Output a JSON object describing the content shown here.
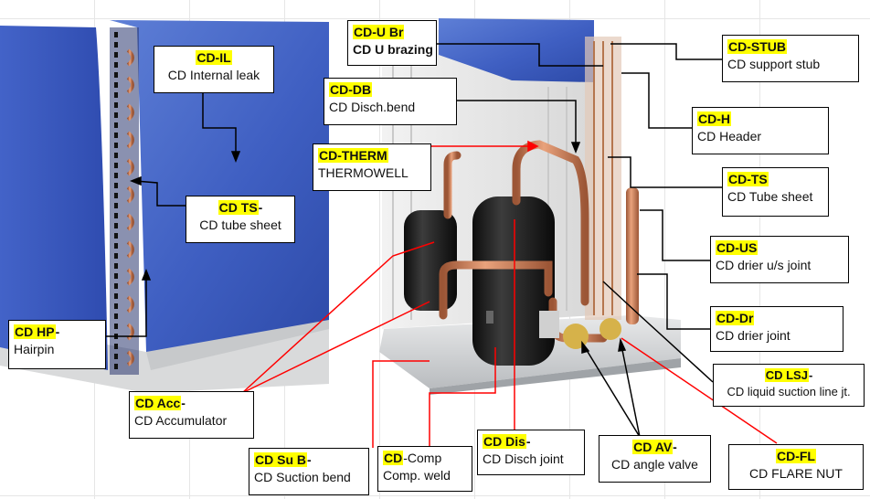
{
  "colors": {
    "highlight": "#ffff00",
    "panel_blue": "#3f5fc2",
    "leader_red": "#ff0000",
    "leader_black": "#000000",
    "copper": "#c8784e",
    "compressor": "#1b1b1b",
    "base": "#e6e8ea"
  },
  "callouts": [
    {
      "id": "cd-il",
      "code": "CD-IL",
      "suffix": "",
      "desc": "CD Internal leak"
    },
    {
      "id": "cd-ts-left",
      "code": "CD TS",
      "suffix": "-",
      "desc": "CD tube sheet"
    },
    {
      "id": "cd-hp",
      "code": "CD HP",
      "suffix": "-",
      "desc": "Hairpin"
    },
    {
      "id": "cd-acc",
      "code": "CD Acc",
      "suffix": "-",
      "desc": "CD Accumulator"
    },
    {
      "id": "cd-su-b",
      "code": "CD Su B",
      "suffix": "-",
      "desc": "CD Suction bend"
    },
    {
      "id": "cd-comp",
      "code": "CD",
      "suffix": "-Comp",
      "desc": "Comp. weld"
    },
    {
      "id": "cd-dis",
      "code": "CD Dis",
      "suffix": "-",
      "desc": "CD Disch joint"
    },
    {
      "id": "cd-av",
      "code": "CD AV",
      "suffix": "-",
      "desc": "CD angle valve"
    },
    {
      "id": "cd-fl",
      "code": "CD-FL",
      "suffix": "",
      "desc": "CD FLARE NUT"
    },
    {
      "id": "cd-u-br",
      "code": "CD-U Br",
      "suffix": "",
      "desc": "CD U brazing"
    },
    {
      "id": "cd-db",
      "code": "CD-DB",
      "suffix": "",
      "desc": "CD Disch.bend"
    },
    {
      "id": "cd-therm",
      "code": "CD-THERM",
      "suffix": "",
      "desc": "THERMOWELL"
    },
    {
      "id": "cd-stub",
      "code": "CD-STUB",
      "suffix": "",
      "desc": "CD support stub"
    },
    {
      "id": "cd-h",
      "code": "CD-H",
      "suffix": "",
      "desc": "CD Header"
    },
    {
      "id": "cd-ts",
      "code": "CD-TS",
      "suffix": "",
      "desc": "CD Tube sheet"
    },
    {
      "id": "cd-us",
      "code": "CD-US",
      "suffix": "",
      "desc": "CD drier u/s joint"
    },
    {
      "id": "cd-dr",
      "code": "CD-Dr",
      "suffix": "",
      "desc": "CD drier joint"
    },
    {
      "id": "cd-lsj",
      "code": "CD LSJ",
      "suffix": "-",
      "desc": "CD liquid suction line jt."
    }
  ]
}
